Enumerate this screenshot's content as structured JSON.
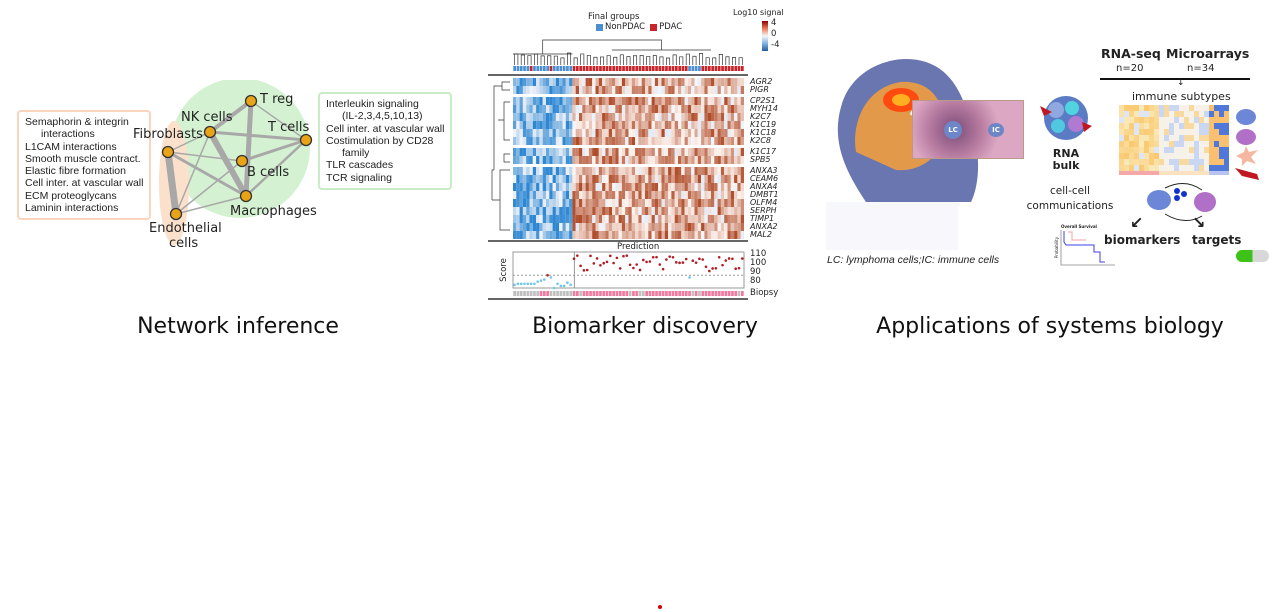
{
  "captions": {
    "network": "Network inference",
    "biomarker": "Biomarker discovery",
    "applications": "Applications of systems biology"
  },
  "network": {
    "left_pathways": [
      "Semaphorin & integrin",
      "interactions",
      "L1CAM interactions",
      "Smooth muscle contract.",
      "Elastic fibre formation",
      "Cell inter. at vascular wall",
      "ECM proteoglycans",
      "Laminin interactions"
    ],
    "right_pathways": [
      "Interleukin signaling",
      "(IL-2,3,4,5,10,13)",
      "Cell inter. at vascular wall",
      "Costimulation by CD28",
      "family",
      "TLR cascades",
      "TCR signaling"
    ],
    "nodes": [
      "T reg",
      "NK cells",
      "T cells",
      "Fibroblasts",
      "B cells",
      "Macrophages",
      "Endothelial",
      "cells"
    ],
    "colors": {
      "node": "#e8a317",
      "immune_group": "#d4f2d2",
      "stromal_group": "#fbe0cc",
      "edge": "#a8a8a8"
    }
  },
  "heatmap": {
    "legend_title": "Final groups",
    "groups": [
      {
        "label": "NonPDAC",
        "color": "#4a90d0"
      },
      {
        "label": "PDAC",
        "color": "#c8252b"
      }
    ],
    "scale_title": "Log10 signal",
    "scale_ticks": [
      "4",
      "0",
      "-4"
    ],
    "genes": [
      "AGR2",
      "PIGR",
      "CP2S1",
      "MYH14",
      "K2C7",
      "K1C19",
      "K1C18",
      "K2C8",
      "K1C17",
      "SPB5",
      "ANXA3",
      "CEAM6",
      "ANXA4",
      "DMBT1",
      "OLFM4",
      "SERPH",
      "TIMP1",
      "ANXA2",
      "MAL2"
    ],
    "prediction_title": "Prediction",
    "score_label": "Score",
    "score_ticks": [
      "110",
      "100",
      "90",
      "80"
    ],
    "biopsy_label": "Biopsy"
  },
  "applications": {
    "rnaseq": "RNA-seq",
    "rnaseq_n": "n=20",
    "microarrays": "Microarrays",
    "microarrays_n": "n=34",
    "immune_subtypes": "immune subtypes",
    "rna_bulk_1": "RNA",
    "rna_bulk_2": "bulk",
    "cell_comm_1": "cell-cell",
    "cell_comm_2": "communications",
    "biomarkers": "biomarkers",
    "targets": "targets",
    "lc_label": "LC",
    "ic_label": "IC",
    "legend": "LC: lymphoma cells;IC: immune cells",
    "survival_title": "Overall Survival",
    "survival_ylabel": "Probability"
  }
}
